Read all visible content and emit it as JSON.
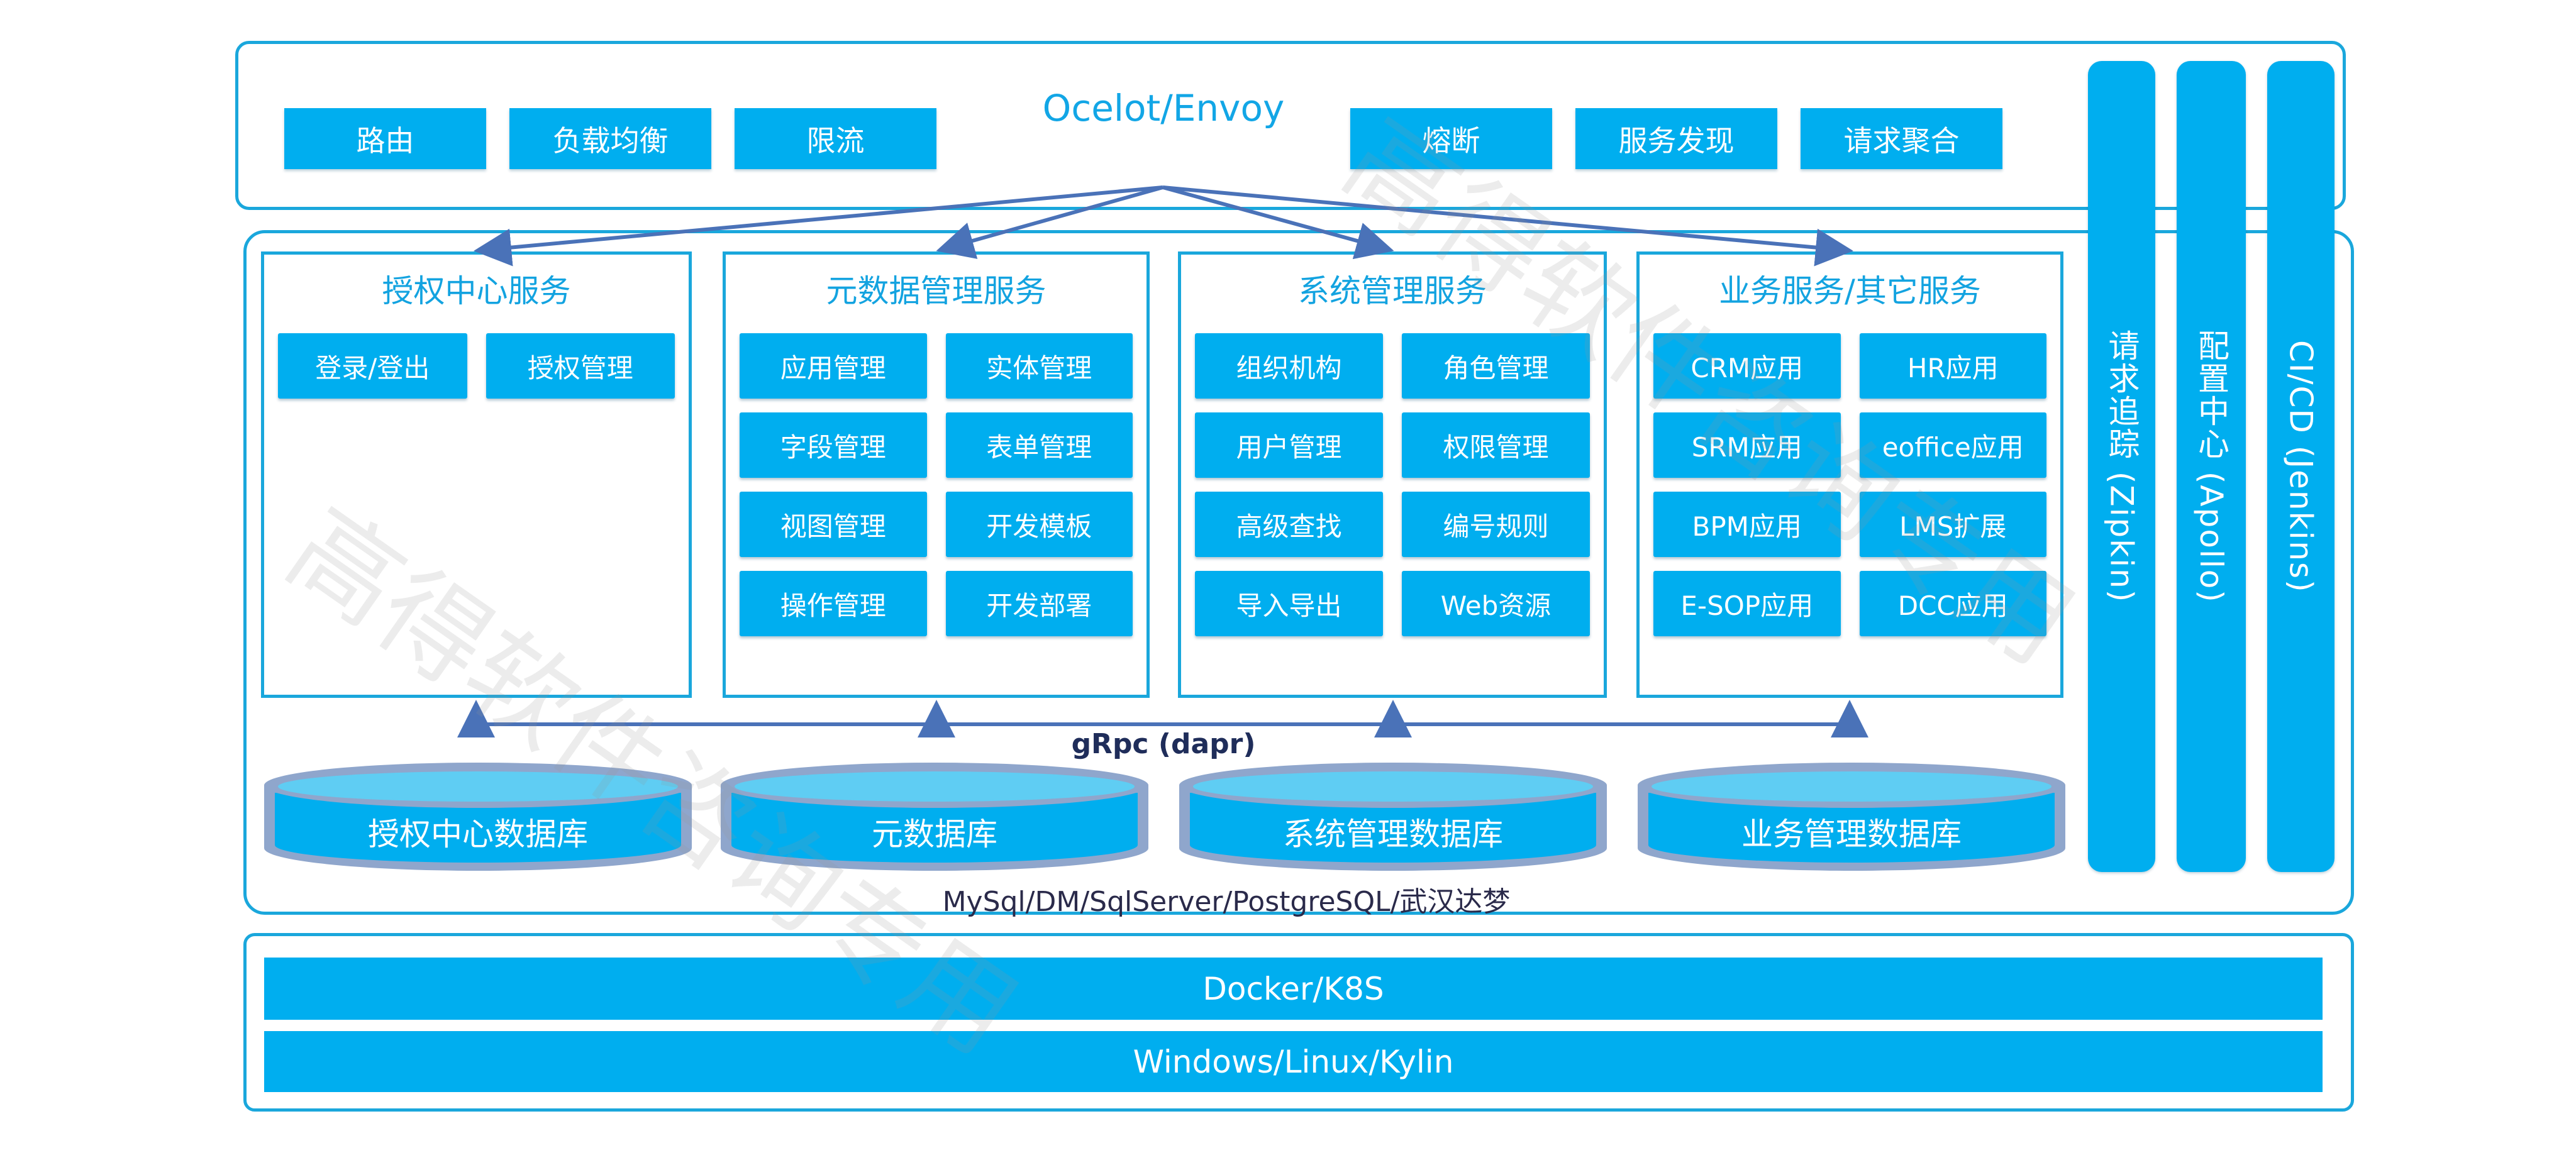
{
  "gateway": {
    "title": "Ocelot/Envoy",
    "left_features": [
      "路由",
      "负载均衡",
      "限流"
    ],
    "right_features": [
      "熔断",
      "服务发现",
      "请求聚合"
    ]
  },
  "services": [
    {
      "title": "授权中心服务",
      "items": [
        "登录/登出",
        "授权管理"
      ]
    },
    {
      "title": "元数据管理服务",
      "items": [
        "应用管理",
        "实体管理",
        "字段管理",
        "表单管理",
        "视图管理",
        "开发模板",
        "操作管理",
        "开发部署"
      ]
    },
    {
      "title": "系统管理服务",
      "items": [
        "组织机构",
        "角色管理",
        "用户管理",
        "权限管理",
        "高级查找",
        "编号规则",
        "导入导出",
        "Web资源"
      ]
    },
    {
      "title": "业务服务/其它服务",
      "items": [
        "CRM应用",
        "HR应用",
        "SRM应用",
        "eoffice应用",
        "BPM应用",
        "LMS扩展",
        "E-SOP应用",
        "DCC应用"
      ]
    }
  ],
  "communication": {
    "label": "gRpc (dapr)"
  },
  "databases": {
    "items": [
      "授权中心数据库",
      "元数据库",
      "系统管理数据库",
      "业务管理数据库"
    ],
    "caption": "MySql/DM/SqlServer/PostgreSQL/武汉达梦"
  },
  "side_services": [
    "请求追踪 (Zipkin)",
    "配置中心 (Apollo)",
    "CI/CD (Jenkins)"
  ],
  "infrastructure": [
    "Docker/K8S",
    "Windows/Linux/Kylin"
  ],
  "watermark": "高得软件咨询专用",
  "colors": {
    "primary": "#00aeef",
    "frame": "#1aa7dc",
    "arrow": "#4a72b8",
    "title_text": "#13a3e0"
  }
}
